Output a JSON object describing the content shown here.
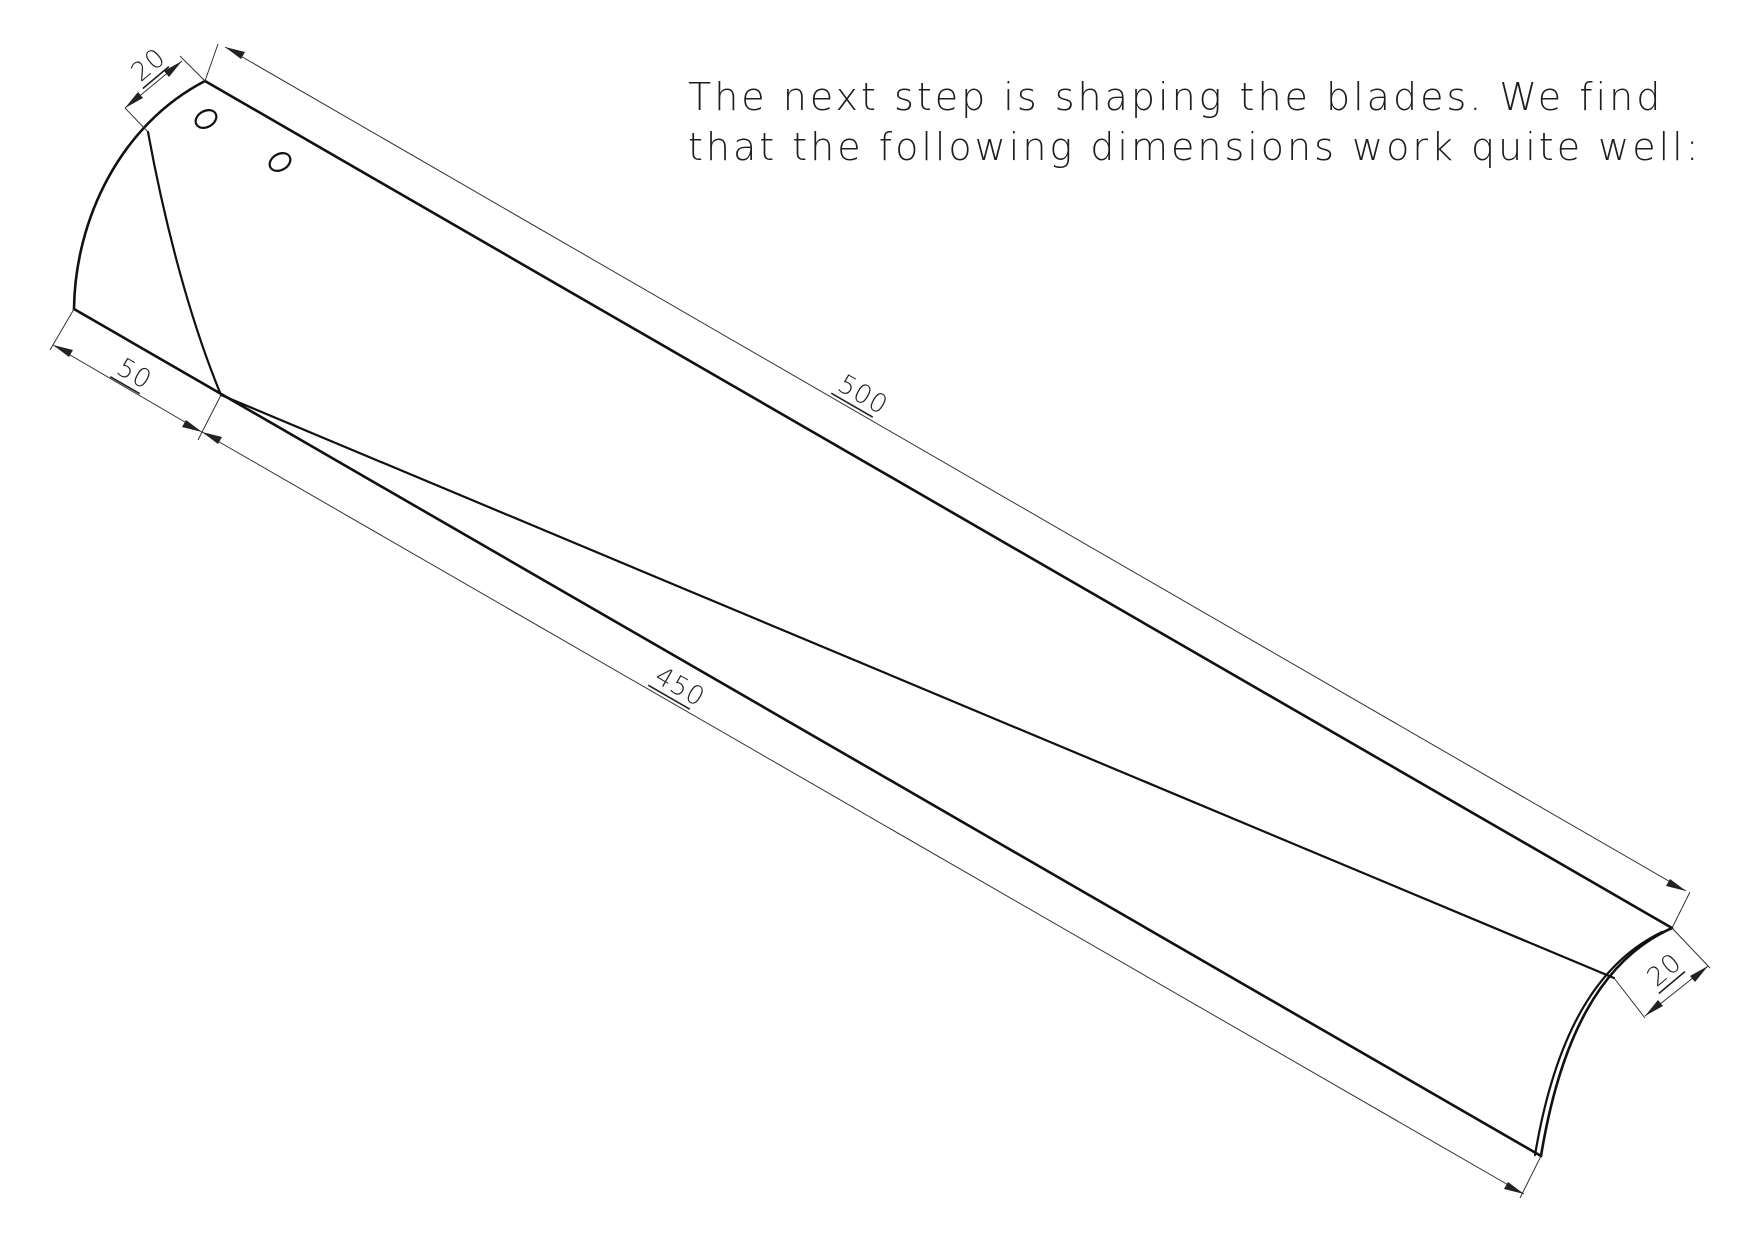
{
  "caption": {
    "line1": "The next step is shaping the blades. We find",
    "line2": "that the following dimensions work quite well:"
  },
  "dimensions": {
    "length_top": "500",
    "length_bottom": "450",
    "root_offset": "50",
    "root_width": "20",
    "tip_width": "20"
  }
}
